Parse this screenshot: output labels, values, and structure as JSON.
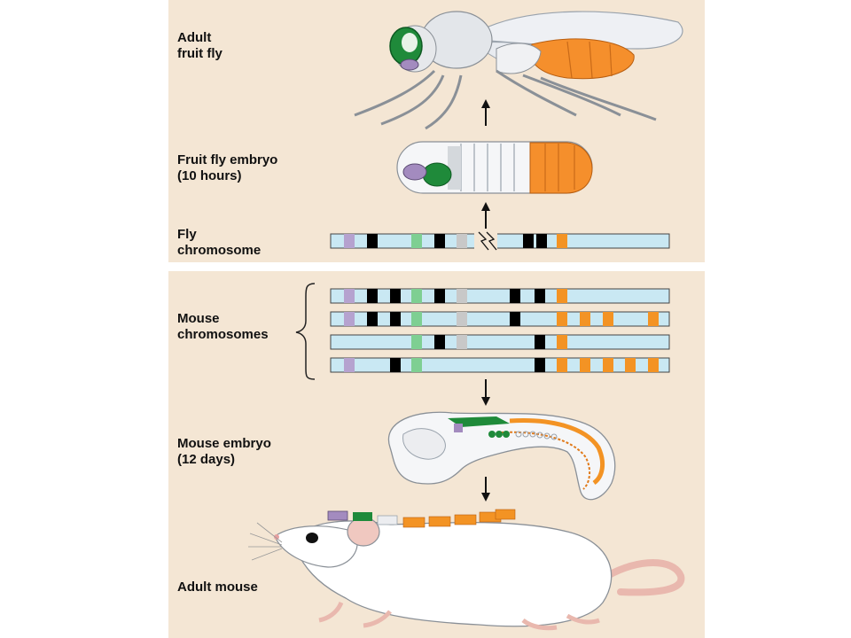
{
  "labels": {
    "adult_fly": "Adult\nfruit fly",
    "fly_embryo": "Fruit fly embryo\n(10 hours)",
    "fly_chromosome": "Fly\nchromosome",
    "mouse_chromosomes": "Mouse\nchromosomes",
    "mouse_embryo": "Mouse embryo\n(12 days)",
    "adult_mouse": "Adult mouse"
  },
  "colors": {
    "panel_bg": "#f4e6d4",
    "chromosome_bg": "#c9e8f3",
    "lavender": "#b5a2cf",
    "black": "#000000",
    "green": "#7ecf92",
    "grey": "#c8c8c8",
    "orange": "#f39324",
    "fly_eye_green": "#1f8a3a",
    "mouse_body": "#ffffff",
    "mouse_ear_pink": "#f0c8c0"
  },
  "icons": [
    "fly-illustration",
    "fly-embryo-illustration",
    "mouse-embryo-illustration",
    "mouse-illustration",
    "up-arrow-icon",
    "down-arrow-icon",
    "brace-icon",
    "chromosome-break-icon"
  ]
}
